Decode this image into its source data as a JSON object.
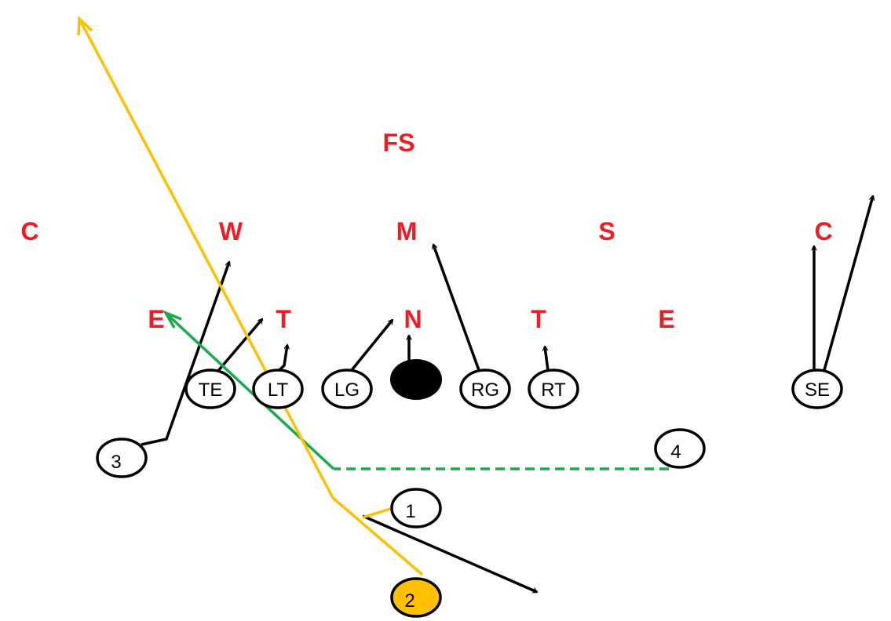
{
  "colors": {
    "background": "#ffffff",
    "defense_label": "#ee1c24",
    "offense_line": "#000000",
    "ball": "#000000",
    "qb_route": "#ffc000",
    "qb_fill": "#ffc000",
    "pitch_route": "#1aaa4a"
  },
  "defense": {
    "fs": "FS",
    "c_left": "C",
    "w": "W",
    "m": "M",
    "s": "S",
    "c_right": "C",
    "e_left": "E",
    "t_left": "T",
    "n": "N",
    "t_right": "T",
    "e_right": "E"
  },
  "offense": {
    "te": "TE",
    "lt": "LT",
    "lg": "LG",
    "rg": "RG",
    "rt": "RT",
    "se": "SE",
    "back_3": "3",
    "back_4": "4",
    "back_1": "1",
    "back_2": "2"
  }
}
